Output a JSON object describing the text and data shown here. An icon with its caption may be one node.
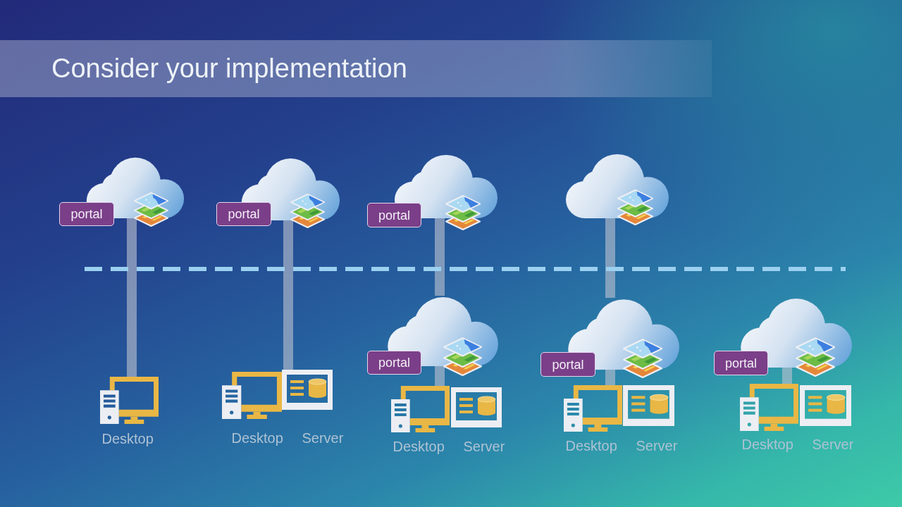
{
  "diagram": {
    "title": "Consider your implementation",
    "nodes": [
      {
        "text": [],
        "shape": "cloud"
      },
      {
        "text": [
          "portal"
        ]
      },
      {
        "text": [],
        "shape": "cloud"
      },
      {
        "text": [
          "portal"
        ]
      },
      {
        "text": [],
        "shape": "cloud"
      },
      {
        "text": [
          "portal"
        ]
      },
      {
        "text": [],
        "shape": "cloud"
      },
      {
        "text": [],
        "shape": "cloud"
      },
      {
        "text": [
          "portal"
        ]
      },
      {
        "text": [],
        "shape": "cloud"
      },
      {
        "text": [
          "portal"
        ]
      },
      {
        "text": [],
        "shape": "cloud"
      },
      {
        "text": [
          "portal"
        ]
      },
      {
        "text": [],
        "shape": "picture",
        "beside": [
          "Desktop"
        ]
      },
      {
        "text": [],
        "shape": "picture",
        "beside": [
          "Desktop"
        ]
      },
      {
        "text": [],
        "shape": "picture",
        "beside": [
          "Server"
        ]
      },
      {
        "text": [],
        "shape": "picture",
        "beside": [
          "Desktop"
        ]
      },
      {
        "text": [],
        "shape": "picture",
        "beside": [
          "Server"
        ]
      },
      {
        "text": [],
        "shape": "picture",
        "beside": [
          "Desktop"
        ]
      },
      {
        "text": [],
        "shape": "picture",
        "beside": [
          "Server"
        ]
      },
      {
        "text": [],
        "shape": "picture",
        "beside": [
          "Desktop"
        ]
      },
      {
        "text": [],
        "shape": "picture",
        "beside": [
          "Server"
        ]
      }
    ],
    "edges": [
      {
        "from": 0,
        "to": 13,
        "arrow": "none"
      },
      {
        "from": 2,
        "to": 15,
        "arrow": "none"
      },
      {
        "from": 4,
        "to": 7,
        "arrow": "none"
      },
      {
        "from": 7,
        "to": 16,
        "arrow": "none"
      },
      {
        "from": 6,
        "to": 9,
        "arrow": "none"
      },
      {
        "from": 9,
        "to": 18,
        "arrow": "none"
      },
      {
        "from": 11,
        "to": 20,
        "arrow": "none"
      }
    ]
  }
}
